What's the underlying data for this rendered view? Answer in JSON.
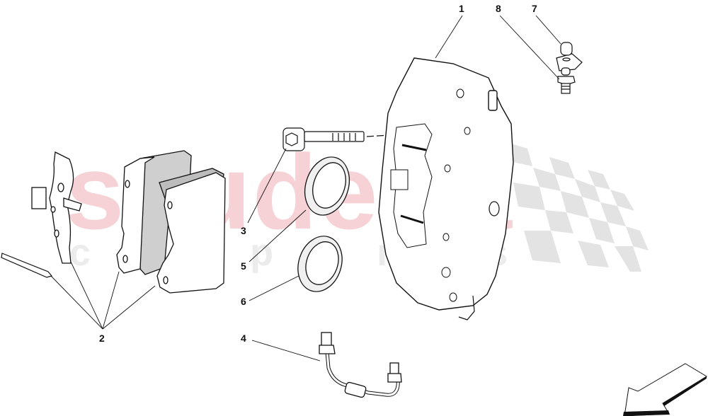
{
  "diagram": {
    "title": "Brake caliper exploded parts diagram",
    "watermark": {
      "main": "scuderia",
      "sub": "carparts",
      "main_color": "#f6d2d6",
      "sub_color": "#ececec"
    },
    "callouts": [
      {
        "number": "1",
        "part": "brake-caliper"
      },
      {
        "number": "2",
        "part": "brake-pad-kit"
      },
      {
        "number": "3",
        "part": "caliper-bolt"
      },
      {
        "number": "4",
        "part": "brake-pipe"
      },
      {
        "number": "5",
        "part": "seal-ring-a"
      },
      {
        "number": "6",
        "part": "seal-ring-b"
      },
      {
        "number": "7",
        "part": "bleed-valve-cap"
      },
      {
        "number": "8",
        "part": "bleed-screw"
      }
    ],
    "direction_arrow": "front-direction-arrow",
    "checkered_flag_color": "#e3e3e3"
  }
}
